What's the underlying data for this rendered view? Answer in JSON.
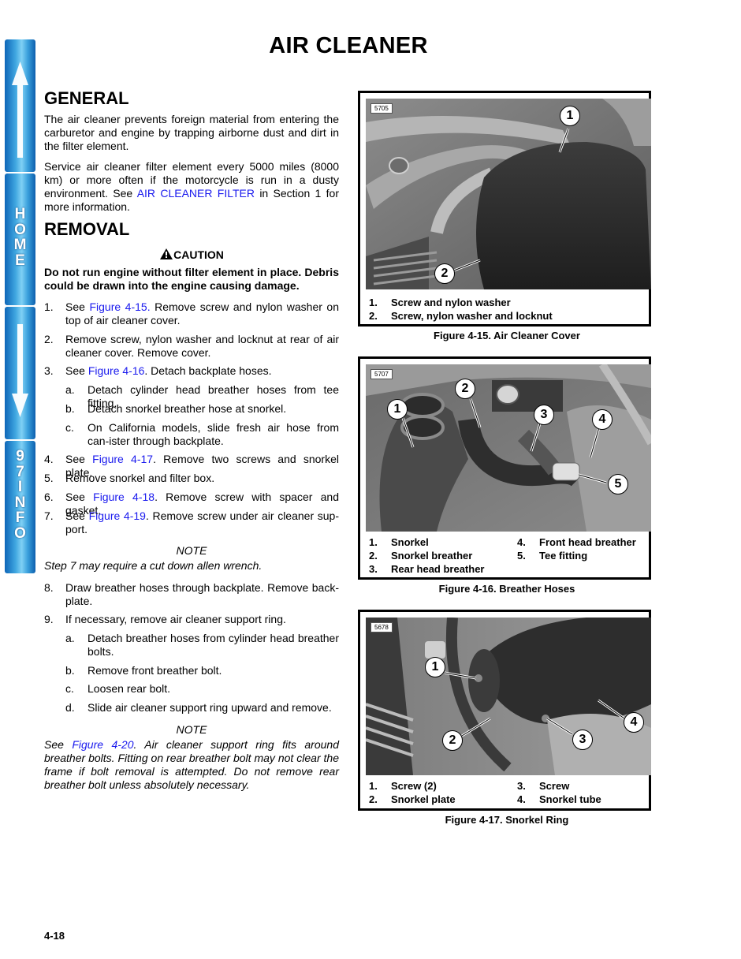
{
  "nav": {
    "home_letters": "H O M E",
    "info_letters": "9 7 I N F O"
  },
  "page_title": "AIR CLEANER",
  "general": {
    "heading": "GENERAL",
    "para1": "The air cleaner prevents foreign material from entering the carburetor and engine by trapping airborne dust and dirt in the filter element.",
    "para2_pre": "Service air cleaner filter element every 5000 miles (8000 km) or more often if the motorcycle is run in a dusty environment. See ",
    "para2_link": "AIR CLEANER FILTER",
    "para2_post": " in Section 1 for more information."
  },
  "removal": {
    "heading": "REMOVAL",
    "caution_label": "CAUTION",
    "caution_text": "Do not run engine without filter element in place. Debris could be drawn into the engine causing damage.",
    "steps": [
      {
        "num": "1.",
        "pre": "See ",
        "link": "Figure 4-15.",
        "post": " Remove screw and nylon washer on top of air cleaner cover."
      },
      {
        "num": "2.",
        "text": "Remove screw, nylon washer and locknut at rear of air cleaner cover. Remove cover."
      },
      {
        "num": "3.",
        "pre": "See ",
        "link": "Figure 4-16",
        "post": ". Detach backplate hoses."
      },
      {
        "num": "a.",
        "text": "Detach cylinder head breather hoses from tee fitting."
      },
      {
        "num": "b.",
        "text": "Detach snorkel breather hose at snorkel."
      },
      {
        "num": "c.",
        "text": "On California models, slide fresh air hose from can-ister through backplate."
      },
      {
        "num": "4.",
        "pre": "See ",
        "link": "Figure 4-17",
        "post": ". Remove two screws and snorkel plate."
      },
      {
        "num": "5.",
        "text": "Remove snorkel and filter box."
      },
      {
        "num": "6.",
        "pre": "See ",
        "link": "Figure 4-18",
        "post": ". Remove screw with spacer and gasket."
      },
      {
        "num": "7.",
        "pre": "See ",
        "link": "Figure 4-19",
        "post": ". Remove screw under air cleaner sup-port."
      },
      {
        "num": "8.",
        "text": "Draw breather hoses through backplate. Remove back-plate."
      },
      {
        "num": "9.",
        "text": "If necessary, remove air cleaner support ring."
      },
      {
        "num": "a.",
        "text": "Detach breather hoses from cylinder head breather bolts."
      },
      {
        "num": "b.",
        "text": "Remove front breather bolt."
      },
      {
        "num": "c.",
        "text": "Loosen rear bolt."
      },
      {
        "num": "d.",
        "text": "Slide air cleaner support ring upward and remove."
      }
    ],
    "note1_heading": "NOTE",
    "note1_text": "Step 7 may require a cut down allen wrench.",
    "note2_heading": "NOTE",
    "note2_pre": "See ",
    "note2_link": "Figure 4-20",
    "note2_post": ". Air cleaner support ring fits around breather bolts. Fitting on rear breather bolt may not clear the frame if bolt removal is attempted. Do not remove rear breather bolt unless absolutely necessary."
  },
  "figures": [
    {
      "image_id": "5705",
      "callouts": [
        "1",
        "2"
      ],
      "legend": [
        {
          "num": "1.",
          "text": "Screw and nylon washer"
        },
        {
          "num": "2.",
          "text": "Screw, nylon washer and locknut"
        }
      ],
      "caption": "Figure 4-15. Air Cleaner Cover"
    },
    {
      "image_id": "5707",
      "callouts": [
        "1",
        "2",
        "3",
        "4",
        "5"
      ],
      "legend": [
        {
          "num": "1.",
          "text": "Snorkel"
        },
        {
          "num": "2.",
          "text": "Snorkel breather"
        },
        {
          "num": "3.",
          "text": "Rear head breather"
        },
        {
          "num": "4.",
          "text": "Front head breather"
        },
        {
          "num": "5.",
          "text": "Tee fitting"
        }
      ],
      "caption": "Figure 4-16. Breather Hoses"
    },
    {
      "image_id": "5678",
      "callouts": [
        "1",
        "2",
        "3",
        "4"
      ],
      "legend": [
        {
          "num": "1.",
          "text": "Screw (2)"
        },
        {
          "num": "2.",
          "text": "Snorkel plate"
        },
        {
          "num": "3.",
          "text": "Screw"
        },
        {
          "num": "4.",
          "text": "Snorkel tube"
        }
      ],
      "caption": "Figure 4-17. Snorkel Ring"
    }
  ],
  "page_number": "4-18"
}
